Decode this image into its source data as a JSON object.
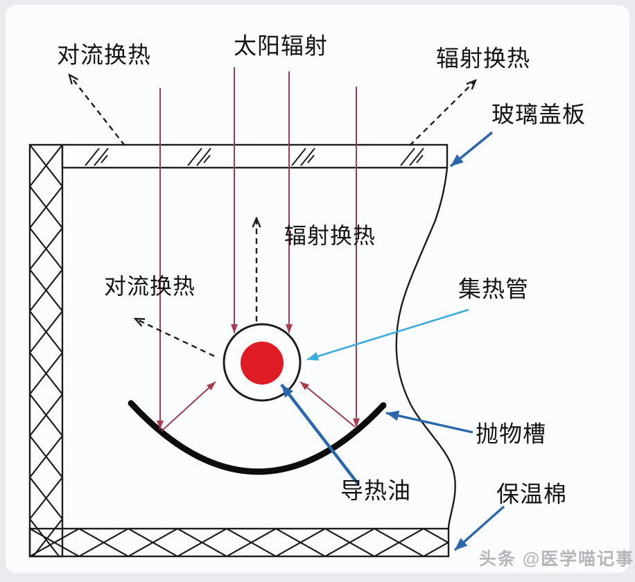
{
  "diagram": {
    "type": "parabolic-trough-solar-collector-schematic",
    "labels": {
      "convection_top": "对流换热",
      "solar_radiation": "太阳辐射",
      "radiation_top": "辐射换热",
      "glass_cover": "玻璃盖板",
      "radiation_inner": "辐射换热",
      "convection_inner": "对流换热",
      "collector_tube": "集热管",
      "parabolic_trough": "抛物槽",
      "heat_transfer_oil": "导热油",
      "insulation_cotton": "保温棉"
    },
    "watermark": "头条 @医学喵记事",
    "colors": {
      "page_bg": "#e9ebef",
      "panel_bg": "#fbfcfd",
      "ink": "#1c1c1e",
      "ray_red": "#9e3b50",
      "ray_head": "#a83b4e",
      "oil_red": "#df1c24",
      "pointer_blue": "#2a66ad",
      "pointer_cyan": "#3aabdd",
      "watermark_gray": "#b5b6ba"
    }
  }
}
